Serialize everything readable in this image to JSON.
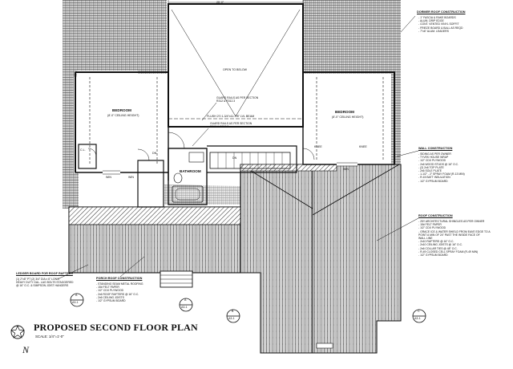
{
  "plan": {
    "title": "PROPOSED SECOND FLOOR PLAN",
    "scale": "SCALE: 1/4\"=1'-0\"",
    "north": "N"
  },
  "rooms": {
    "bedroom_left": {
      "name": "BEDROOM",
      "ceiling": "(8'-0\" CEILING HEIGHT)"
    },
    "bedroom_right": {
      "name": "BEDROOM",
      "ceiling": "(8'-0\" CEILING HEIGHT)"
    },
    "bathroom": {
      "name": "BATHROOM"
    },
    "open_to_below": "OPEN TO BELOW"
  },
  "dimensions": {
    "top": "25'-0\"",
    "flush_beam": "FLUSH 2'0 1-3/4\"x11-7/8\" LVL BEAM",
    "knee_left": "KNEE",
    "knee_right": "KNEE"
  },
  "notes": {
    "guard_rails_upper": "GUARD RAILS AS PER SECTION R312 & R312.3",
    "guard_rails_lower": "GUARD RAILS AS PER SECTION R312 & R312.3",
    "dormer_head": "DORMER ROOF CONSTRUCTION",
    "dormer_lines": [
      "- 1\" FASCIA & RAKE BOARDS",
      "- ALUM. DRIP EDGE",
      "- CONT. VENTED VINYL SOFFIT",
      "- FRIEZE BOARD & BALL AS REQD",
      "- 7\"x6\" ALUM. LEADERS"
    ],
    "wall_head": "WALL CONSTRUCTION",
    "wall_lines": [
      "- SIDING AS PER OWNER",
      "- TYVEK HOUSE WRAP",
      "- 1/2\" CDX PLYWOOD",
      "- 2x6 WOOD STUDS @ 16\" O.C.",
      "- (2) 2x6 TOP PLATE",
      "- 2x6 SOLE PLATE",
      "- 1-1/2\" - 2\" SPRAY FOAM (R-13 MIN)",
      "- R-15 BATT INSULATION",
      "- 1/2\" GYPSUM BOARD"
    ],
    "roof_head": "ROOF CONSTRUCTION",
    "roof_lines": [
      "- 25Y ARCHITECTURAL SHINGLES AS PER OWNER",
      "- 15# FELT PAPER",
      "- 1/2\" CDX PLYWOOD",
      "- GRACE ICE & WATER SHIELD FROM EAVE EDGE TO A",
      "  POINT A MIN OF 24\" PAST THE INSIDE FACE OF",
      "  WALL LINE",
      "- 2x10 RAFTERS @ 16\" O.C.",
      "- 2x10 CEILING JOISTS @ 16\" O.C.",
      "- 2x6 COLLAR TIES @ 48\" O.C.",
      "- R-49 CLOSED CELL SPRAY FOAM (R-49 MIN)",
      "- 1/2\" GYPSUM BOARD"
    ],
    "ledger_head": "LEDGER BOARD FOR ROOF RAFTERS",
    "ledger_lines": [
      "(1) 2\"x8\" PT (2) 3/4\" DIA x 6\" LONG",
      "HEAVY DUTY GAL. LAG BOLTS STAGGERED",
      "@ 16\" O.C. & SIMPSON JOIST HANGERS"
    ],
    "porch_head": "PORCH ROOF CONSTRUCTION",
    "porch_lines": [
      "- STANDING SEAM METAL ROOFING",
      "- 15# FELT PAPER",
      "- 1/2\" CDX PLYWOOD",
      "- 2x6 ROOF RAFTERS @ 16\" O.C.",
      "- 2x6 CEILING JOISTS",
      "- 1/2\" GYPSUM BOARD"
    ]
  },
  "section_tags": [
    {
      "id": "sec-a",
      "top": "A",
      "bottom": "A3-1"
    },
    {
      "id": "sec-a2",
      "top": "A",
      "bottom": "A3-1"
    },
    {
      "id": "sec-b",
      "top": "B",
      "bottom": "A3-1"
    },
    {
      "id": "sec-c",
      "top": "C",
      "bottom": "A3-1"
    }
  ],
  "labels": {
    "left_closet": "C.L.",
    "bath_door": "DN",
    "stair": "DN",
    "window_tags": [
      "WIN",
      "WIN",
      "WIN"
    ]
  }
}
